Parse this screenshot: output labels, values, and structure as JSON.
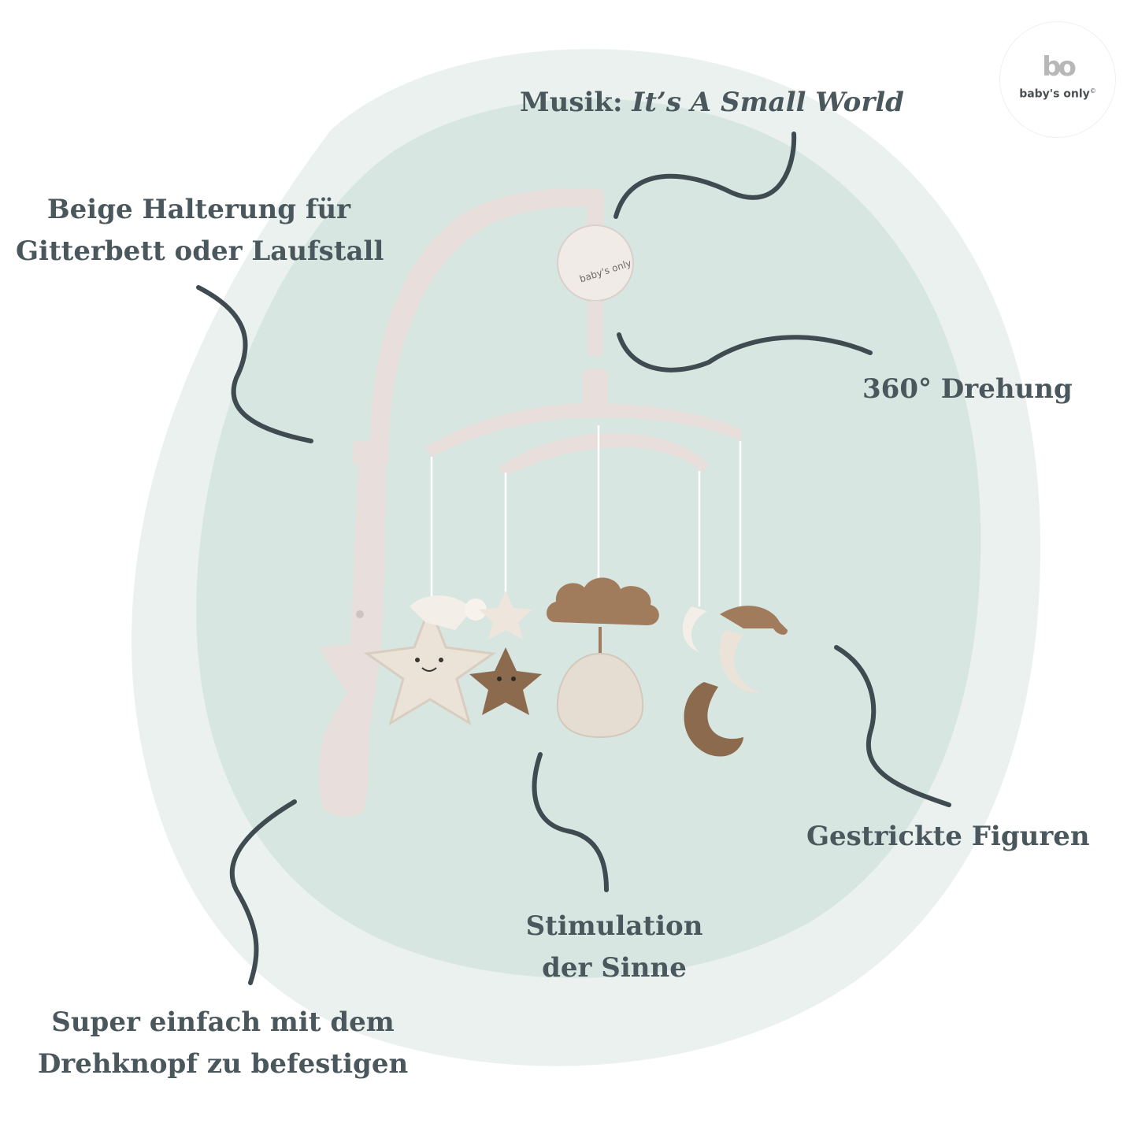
{
  "colors": {
    "blob_outer": "#eaf1ef",
    "blob_inner": "#d8e6e2",
    "text": "#4a575c",
    "connector": "#3f4b51",
    "mount": "#e8dedb",
    "knit_light": "#e9dfd3",
    "knit_brown": "#8c6a4e",
    "plush_brown": "#a07c5d"
  },
  "logo": {
    "mark": "bo",
    "word": "baby's only",
    "reg": "©"
  },
  "music_box_brand": "baby's only",
  "labels": {
    "music_prefix": "Musik:",
    "music_title": "It’s A Small World",
    "holder_line1": "Beige Halterung für",
    "holder_line2": "Gitterbett oder Laufstall",
    "rotation": "360° Drehung",
    "figures": "Gestrickte Figuren",
    "senses_line1": "Stimulation",
    "senses_line2": "der Sinne",
    "mount_line1": "Super einfach mit dem",
    "mount_line2": "Drehknopf zu befestigen"
  },
  "icons": [
    "star-plush",
    "cloud-plush",
    "moon-plush",
    "ball-plush",
    "music-box"
  ]
}
